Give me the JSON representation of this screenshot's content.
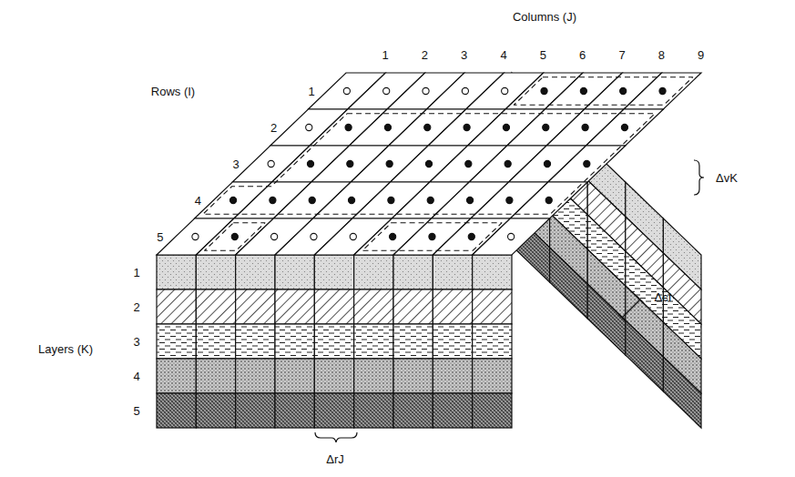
{
  "diagram": {
    "labels": [
      "Columns (J)",
      "1",
      "2",
      "3",
      "4",
      "5",
      "6",
      "7",
      "8",
      "9",
      "Rows (I)",
      "1",
      "2",
      "3",
      "4",
      "5",
      "Layers (K)",
      "1",
      "2",
      "3",
      "4",
      "5",
      "ΔvK",
      "ΔcI",
      "ΔrJ"
    ]
  }
}
